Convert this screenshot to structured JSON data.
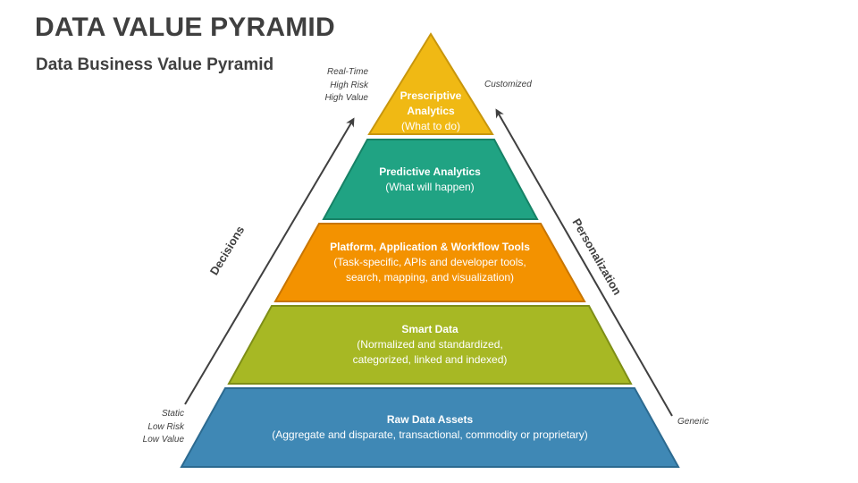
{
  "header": {
    "title": "DATA VALUE PYRAMID",
    "subtitle": "Data Business Value Pyramid"
  },
  "pyramid": {
    "layers": [
      {
        "title": "Prescriptive Analytics",
        "title_lines": [
          "Prescriptive",
          "Analytics"
        ],
        "description": "(What to do)",
        "description_lines": [
          "(What to do)"
        ],
        "color": "#F0B914",
        "border": "#C8960C"
      },
      {
        "title": "Predictive Analytics",
        "title_lines": [
          "Predictive Analytics"
        ],
        "description": "(What will happen)",
        "description_lines": [
          "(What will happen)"
        ],
        "color": "#20A383",
        "border": "#168266"
      },
      {
        "title": "Platform, Application & Workflow Tools",
        "title_lines": [
          "Platform, Application & Workflow Tools"
        ],
        "description": "(Task-specific, APIs and developer tools, search, mapping, and visualization)",
        "description_lines": [
          "(Task-specific, APIs and developer tools,",
          "search, mapping, and visualization)"
        ],
        "color": "#F39200",
        "border": "#C87500"
      },
      {
        "title": "Smart Data",
        "title_lines": [
          "Smart Data"
        ],
        "description": "(Normalized and standardized, categorized, linked and indexed)",
        "description_lines": [
          "(Normalized and standardized,",
          "categorized, linked and indexed)"
        ],
        "color": "#A7B824",
        "border": "#7E8E16"
      },
      {
        "title": "Raw Data Assets",
        "title_lines": [
          "Raw Data Assets"
        ],
        "description": "(Aggregate and disparate, transactional, commodity or proprietary)",
        "description_lines": [
          "(Aggregate and disparate, transactional, commodity or proprietary)"
        ],
        "color": "#3F88B5",
        "border": "#2C6A90"
      }
    ]
  },
  "left_axis": {
    "label": "Decisions",
    "top_note": [
      "Real-Time",
      "High Risk",
      "High Value"
    ],
    "bottom_note": [
      "Static",
      "Low Risk",
      "Low Value"
    ]
  },
  "right_axis": {
    "label": "Personalization",
    "top_note": [
      "Customized"
    ],
    "bottom_note": [
      "Generic"
    ]
  },
  "colors": {
    "text_dark": "#404040",
    "arrow": "#404040"
  }
}
